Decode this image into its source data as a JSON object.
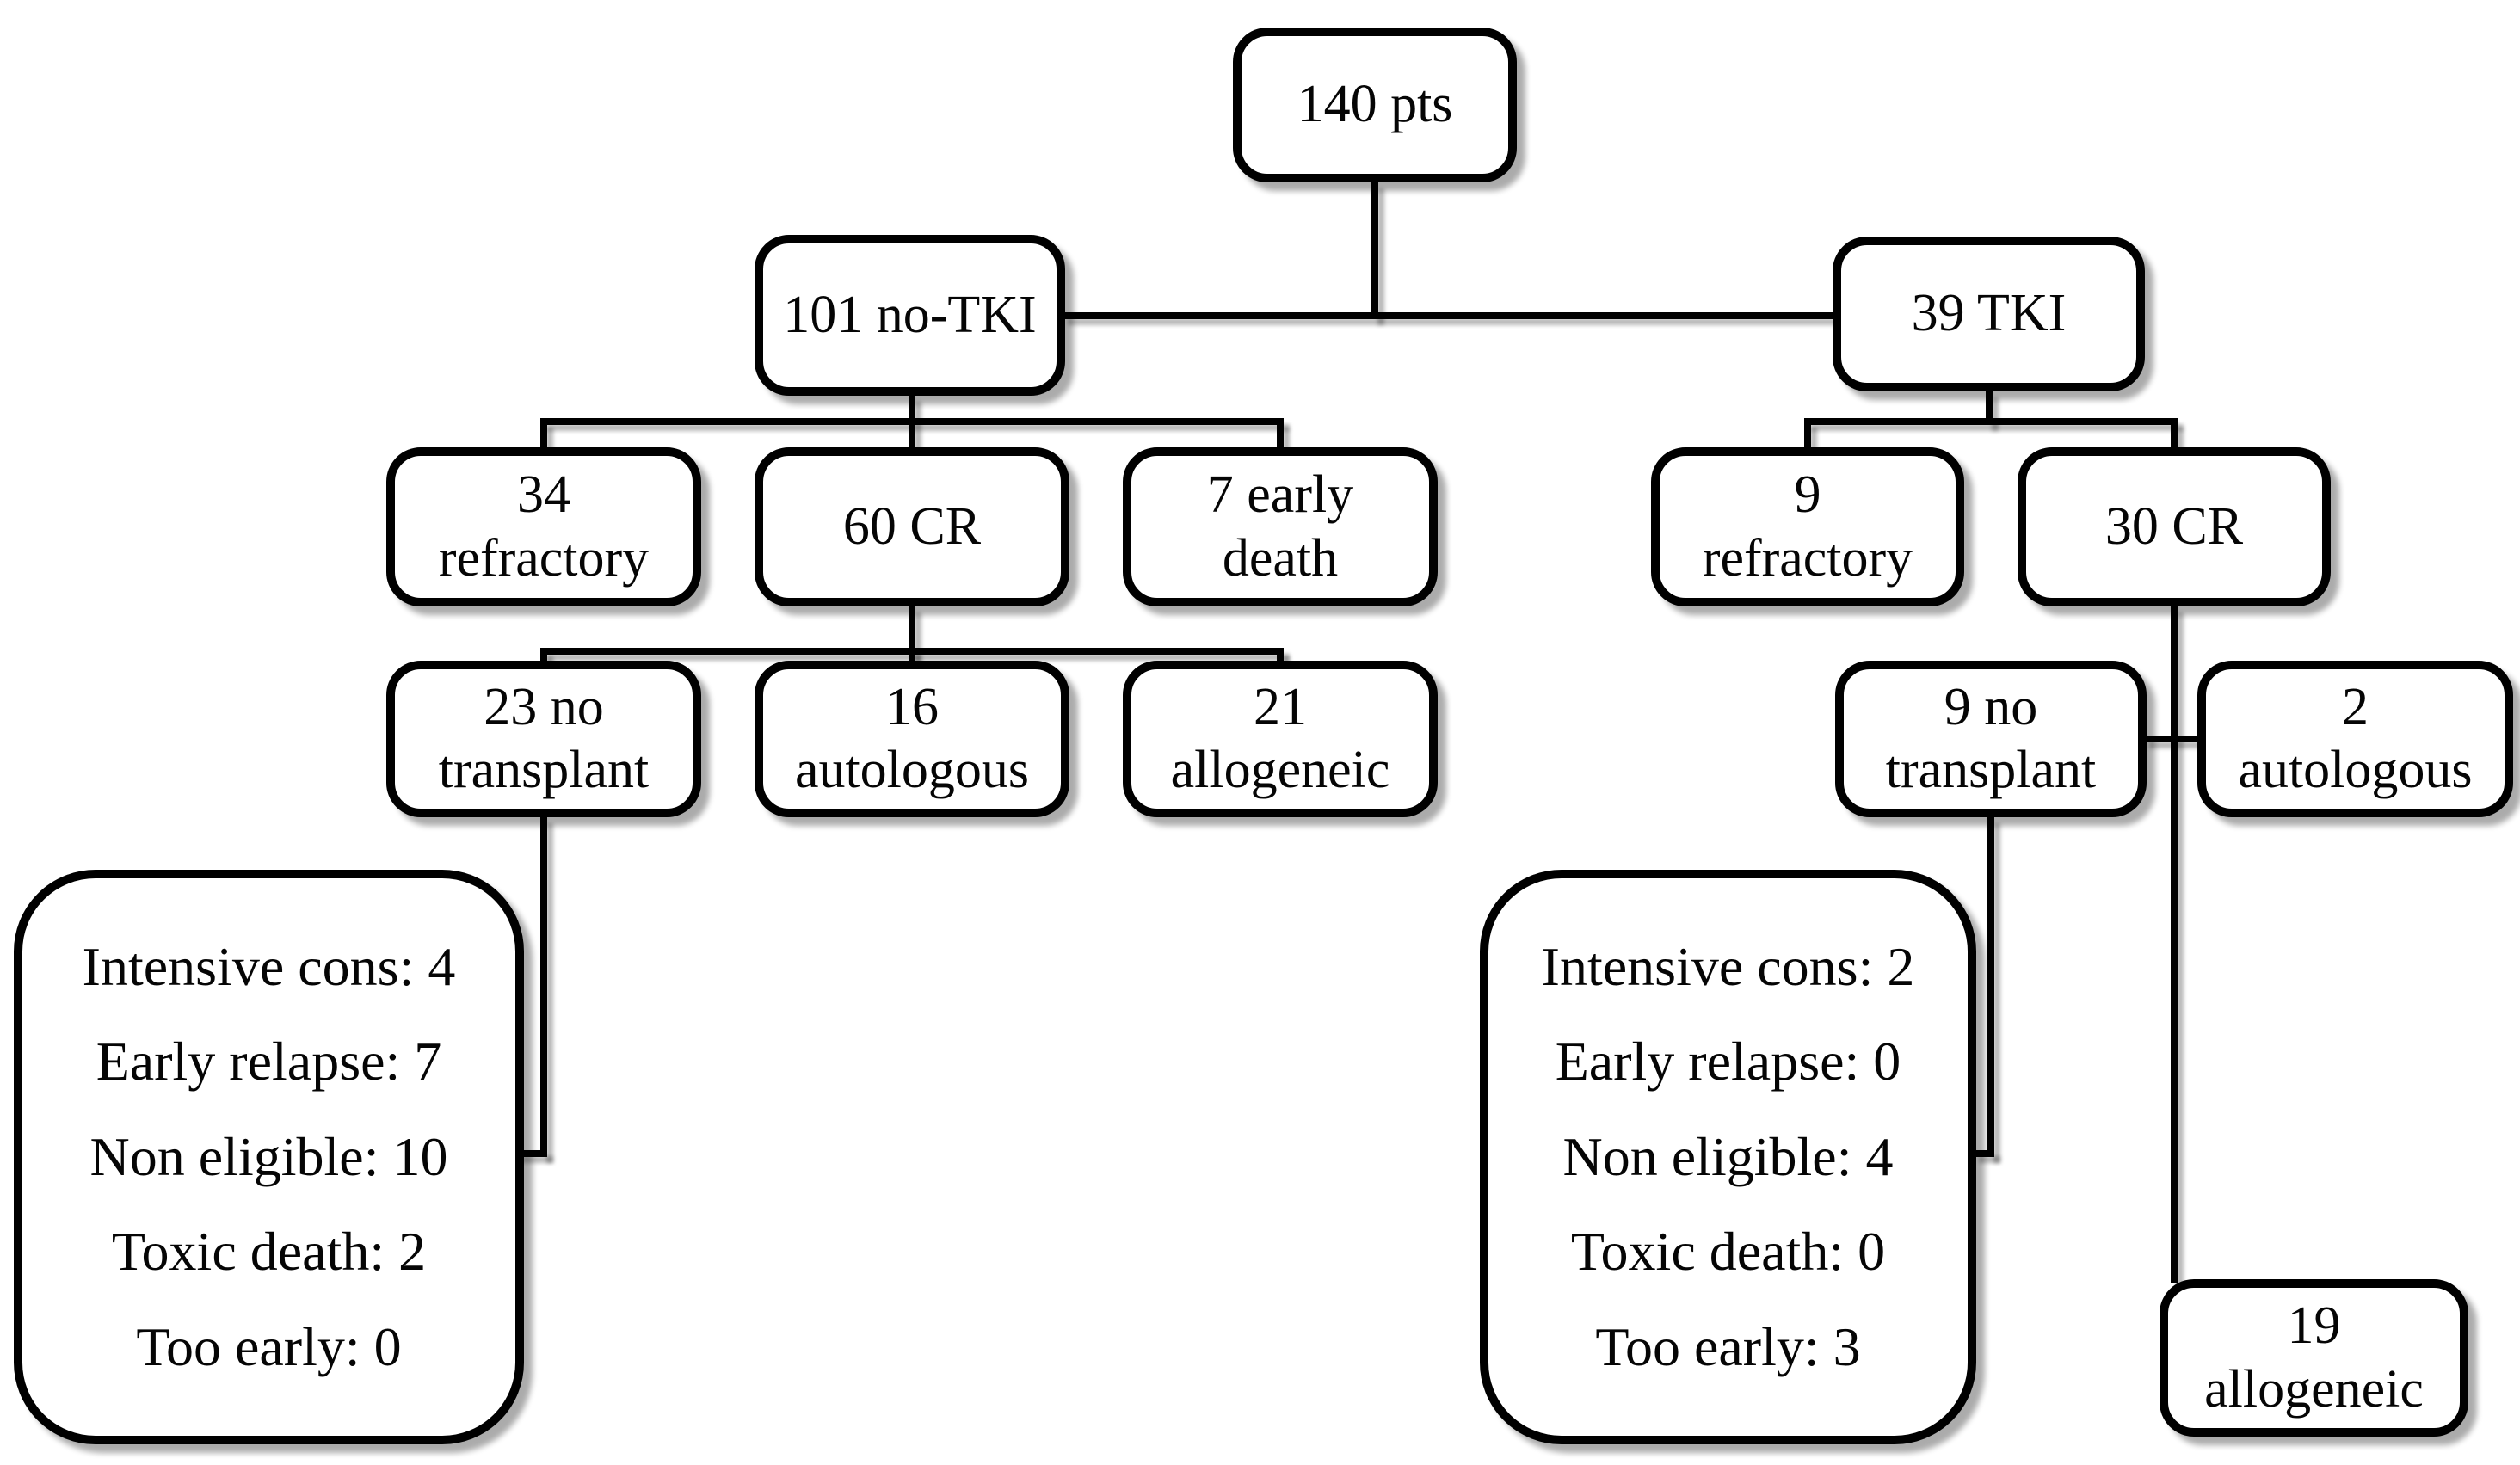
{
  "figure": {
    "background": "#ffffff",
    "ink": "#000000",
    "box_fill": "#ffffff",
    "shadow": "rgba(0,0,0,0.33)"
  },
  "nodes": {
    "total": "140 pts",
    "no_tki": "101 no-TKI",
    "tki": "39 TKI",
    "no_tki_refractory": "34\nrefractory",
    "no_tki_cr": "60 CR",
    "no_tki_early_death": "7 early\ndeath",
    "tki_refractory": "9\nrefractory",
    "tki_cr": "30 CR",
    "no_tki_no_transplant": "23 no\ntransplant",
    "no_tki_autologous": "16\nautologous",
    "no_tki_allogeneic": "21\nallogeneic",
    "tki_no_transplant": "9 no\ntransplant",
    "tki_autologous": "2\nautologous",
    "tki_allogeneic": "19\nallogeneic"
  },
  "no_tki_no_transplant_details": {
    "lines": [
      "Intensive cons: 4",
      "Early relapse: 7",
      "Non eligible: 10",
      "Toxic death: 2",
      "Too early: 0"
    ]
  },
  "tki_no_transplant_details": {
    "lines": [
      "Intensive cons: 2",
      "Early relapse: 0",
      "Non eligible: 4",
      "Toxic death: 0",
      "Too early: 3"
    ]
  }
}
